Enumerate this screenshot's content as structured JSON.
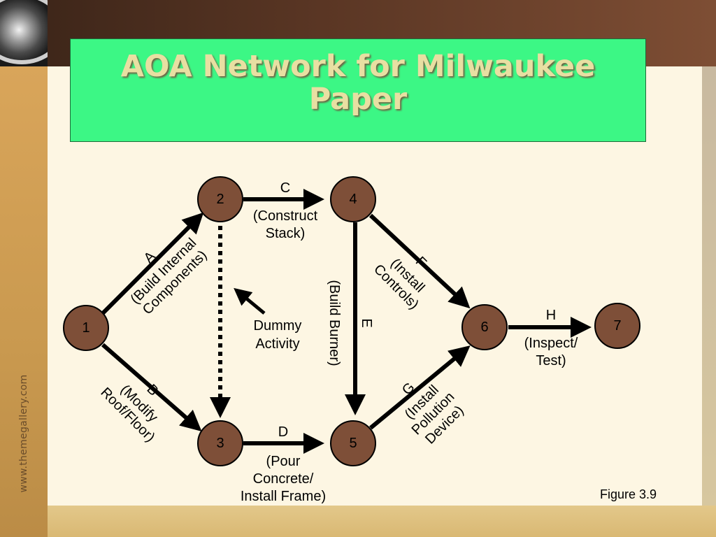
{
  "title": "AOA Network for Milwaukee Paper",
  "watermark": "www.themegallery.com",
  "figure_label": "Figure 3.9",
  "colors": {
    "title_bg": "#3cf785",
    "title_text": "#e8dfa2",
    "node_fill": "#7e4f38",
    "panel_bg": "#fdf6e3"
  },
  "nodes": [
    "1",
    "2",
    "3",
    "4",
    "5",
    "6",
    "7"
  ],
  "activities": [
    {
      "id": "A",
      "lines": [
        "(Build Internal",
        "Components)"
      ]
    },
    {
      "id": "B",
      "lines": [
        "(Modify",
        "Roof/Floor)"
      ]
    },
    {
      "id": "C",
      "lines": [
        "(Construct",
        "Stack)"
      ]
    },
    {
      "id": "D",
      "lines": [
        "(Pour",
        "Concrete/",
        "Install Frame)"
      ]
    },
    {
      "id": "E",
      "lines": [
        "(Build Burner)"
      ]
    },
    {
      "id": "F",
      "lines": [
        "(Install",
        "Controls)"
      ]
    },
    {
      "id": "G",
      "lines": [
        "(Install",
        "Pollution",
        "Device)"
      ]
    },
    {
      "id": "H",
      "lines": [
        "(Inspect/",
        "Test)"
      ]
    }
  ],
  "dummy_label": [
    "Dummy",
    "Activity"
  ]
}
